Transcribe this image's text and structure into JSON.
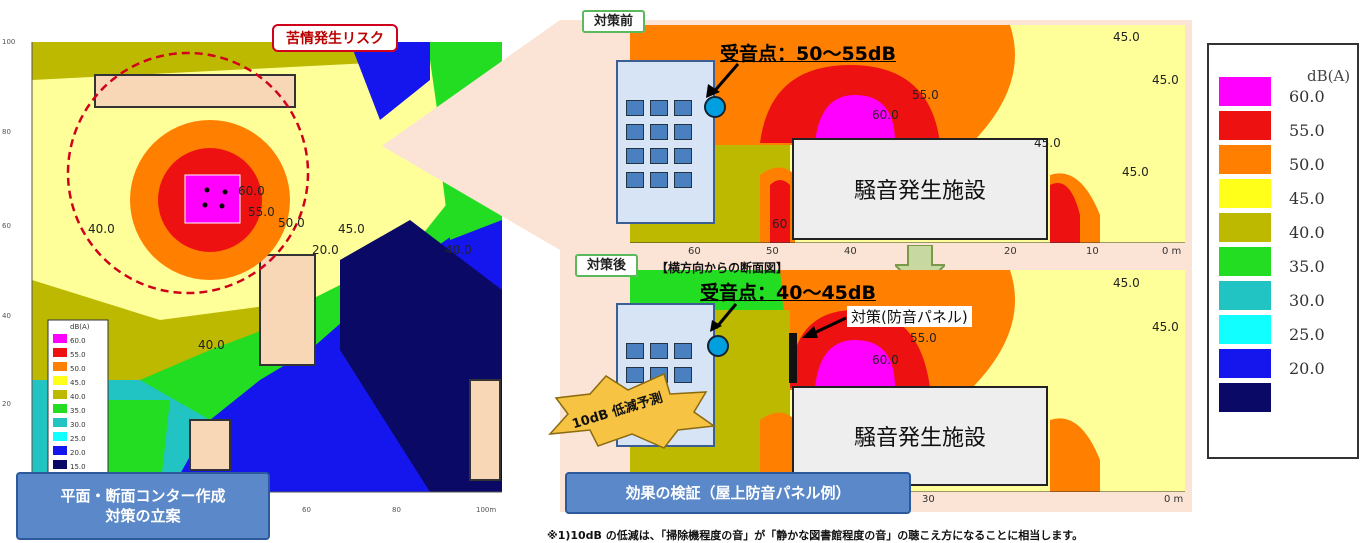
{
  "plan": {
    "risk_label": "苦情発生リスク",
    "caption_line1": "平面・断面コンター作成",
    "caption_line2": "対策の立案",
    "contour_labels": [
      "60.0",
      "55.0",
      "50.0",
      "45.0",
      "40.0",
      "40.0",
      "20.0",
      "40.0"
    ],
    "axis_labels": [
      "100",
      "80",
      "60",
      "40",
      "20",
      "60",
      "80",
      "100m"
    ],
    "mini_legend": [
      "dB(A)",
      "60.0",
      "55.0",
      "50.0",
      "45.0",
      "40.0",
      "35.0",
      "30.0",
      "25.0",
      "20.0",
      "15.0"
    ]
  },
  "before": {
    "label": "対策前",
    "receiver": "受音点：50～55dB",
    "facility": "騒音発生施設",
    "contours": [
      "45.0",
      "45.0",
      "55.0",
      "60.0",
      "45.0",
      "45.0",
      "60"
    ],
    "x_ticks": [
      "60",
      "50",
      "40",
      "20",
      "10",
      "0 m"
    ]
  },
  "after": {
    "label": "対策後",
    "section_title": "【横方向からの断面図】",
    "receiver": "受音点：40～45dB",
    "measure": "対策(防音パネル)",
    "facility": "騒音発生施設",
    "contours": [
      "45.0",
      "45.0",
      "55.0",
      "60.0"
    ],
    "x_ticks": [
      "30",
      "0 m"
    ],
    "badge": "10dB 低減予測",
    "caption": "効果の検証（屋上防音パネル例）"
  },
  "legend": {
    "title": "dB(A)",
    "items": [
      {
        "value": "60.0",
        "color": "#ff00ff"
      },
      {
        "value": "55.0",
        "color": "#ee1111"
      },
      {
        "value": "50.0",
        "color": "#ff8000"
      },
      {
        "value": "45.0",
        "color": "#ffff1a"
      },
      {
        "value": "40.0",
        "color": "#bdb800"
      },
      {
        "value": "35.0",
        "color": "#22dd22"
      },
      {
        "value": "30.0",
        "color": "#22c3c3"
      },
      {
        "value": "25.0",
        "color": "#11ffff"
      },
      {
        "value": "20.0",
        "color": "#1515ee"
      },
      {
        "value": "",
        "color": "#0a0a66"
      }
    ]
  },
  "note": "※1)10dB の低減は、「掃除機程度の音」が「静かな図書館程度の音」の聴こえ方になることに相当します。"
}
